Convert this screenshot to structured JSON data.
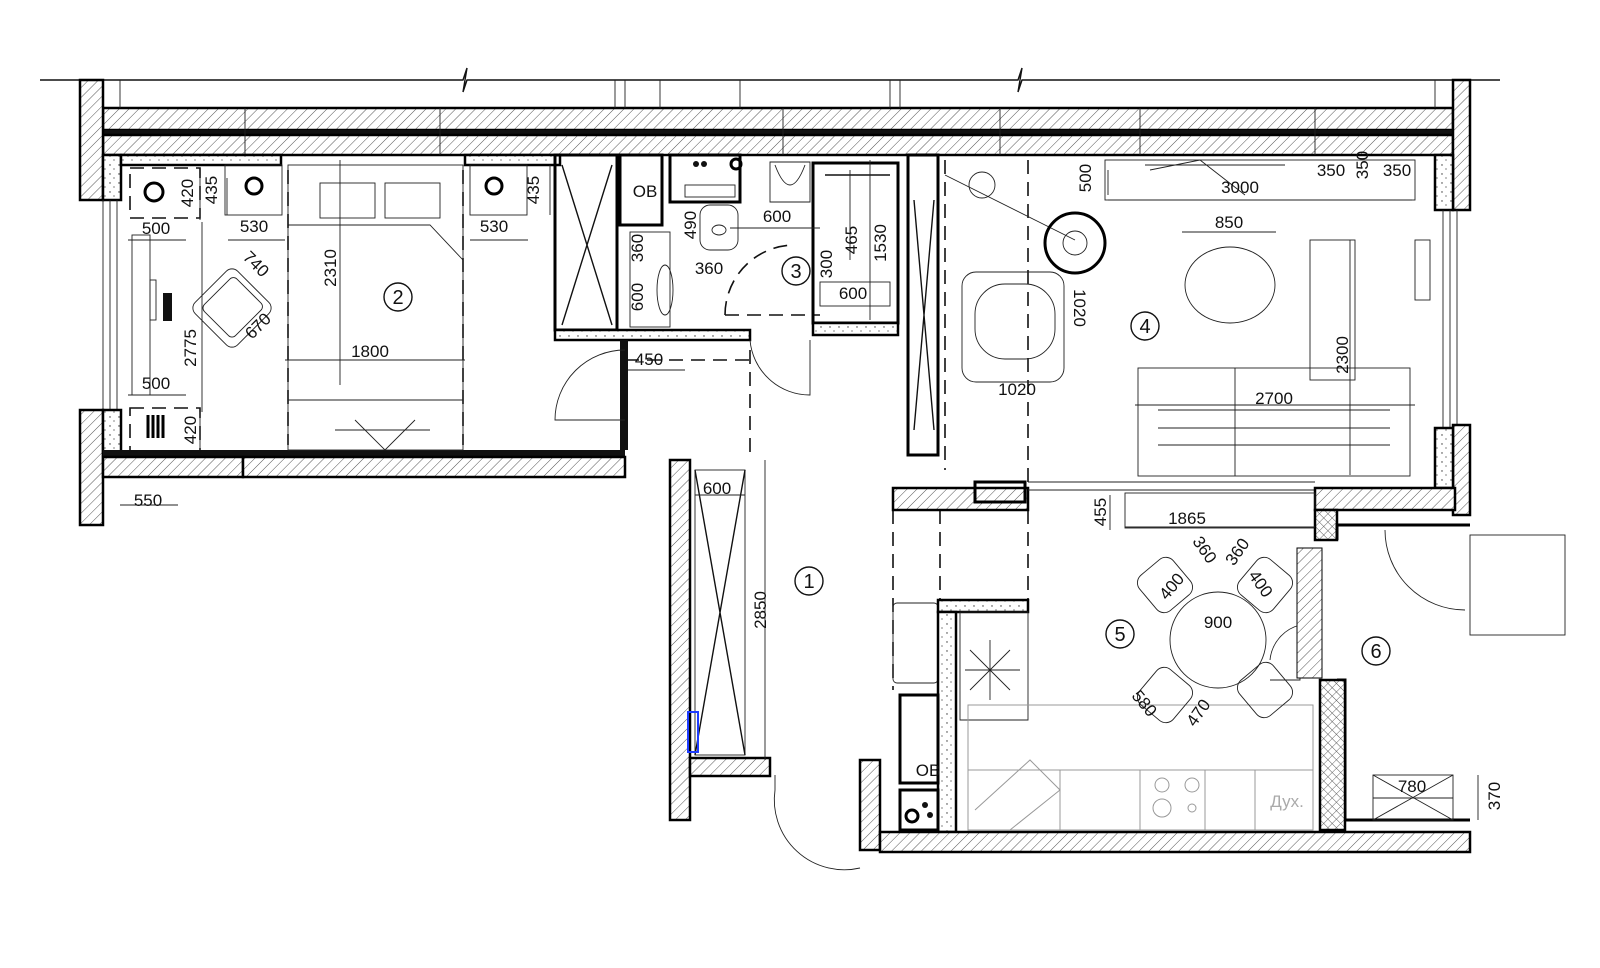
{
  "title": "Apartment floor plan with furniture layout",
  "rooms": [
    {
      "number": "1",
      "label": "1"
    },
    {
      "number": "2",
      "label": "2"
    },
    {
      "number": "3",
      "label": "3"
    },
    {
      "number": "4",
      "label": "4"
    },
    {
      "number": "5",
      "label": "5"
    },
    {
      "number": "6",
      "label": "6"
    }
  ],
  "labels": {
    "ob_bath": "OB",
    "ob_kitchen": "OB",
    "oven": "Дух."
  },
  "dimensions": {
    "bedroom": [
      "420",
      "435",
      "530",
      "500",
      "740",
      "670",
      "2310",
      "1800",
      "2775",
      "500",
      "420",
      "530",
      "435",
      "550"
    ],
    "bathroom": [
      "490",
      "360",
      "360",
      "600",
      "600",
      "300",
      "465",
      "1530",
      "600",
      "450"
    ],
    "corridor": [
      "600",
      "2850"
    ],
    "living": [
      "1020",
      "1020",
      "500",
      "3000",
      "350",
      "350",
      "350",
      "850",
      "2700",
      "2300",
      "455",
      "1865"
    ],
    "kitchen": [
      "360",
      "360",
      "400",
      "400",
      "900",
      "580",
      "470"
    ],
    "balcony": [
      "780",
      "370"
    ]
  }
}
